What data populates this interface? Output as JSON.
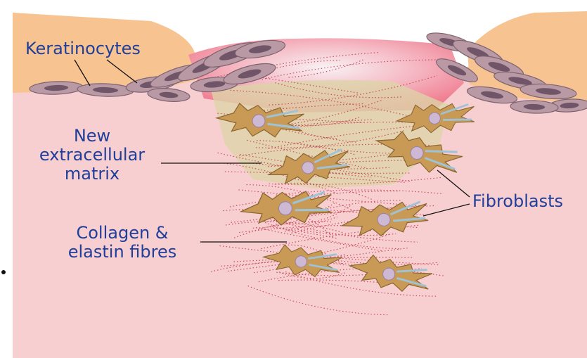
{
  "labels": {
    "keratinocytes": "Keratinocytes",
    "new_matrix": [
      "New",
      "extracellular",
      "matrix"
    ],
    "collagen": [
      "Collagen &",
      "elastin fibres"
    ],
    "fibroblasts": "Fibroblasts"
  },
  "colors": {
    "dermis": "#f7cfd0",
    "epidermis": "#f6c391",
    "wound_bed": "#f38e9c",
    "matrix": "#ddd3a8",
    "keratinocyte": "#b99aa4",
    "keratinocyte_nucleus": "#6f5567",
    "fibroblast": "#c89a55",
    "fibroblast_nucleus": "#cdb9d4",
    "fibre": "#c23a4e",
    "label_text": "#1f3f9a"
  }
}
